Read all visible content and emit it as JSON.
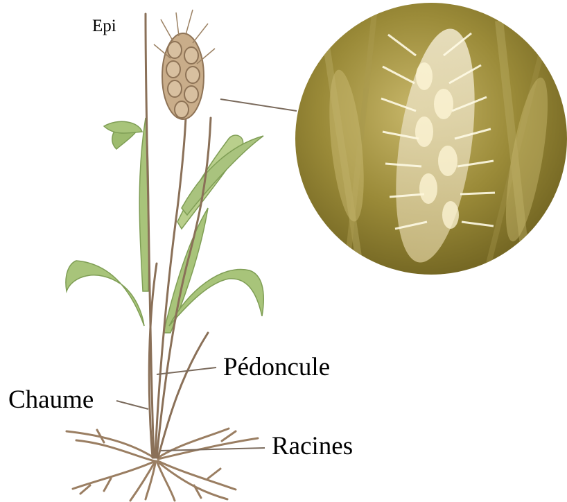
{
  "labels": {
    "epi": "Epi",
    "pedoncule": "Pédoncule",
    "chaume": "Chaume",
    "racines": "Racines"
  },
  "colors": {
    "stem": "#8a7058",
    "leaf": "#a8c47a",
    "leaf_dark": "#7f9e55",
    "spike": "#c9ad8a",
    "root": "#9a7e62",
    "circle_base": "#8a7a2a",
    "circle_light": "#e6dba8",
    "leader_line": "#7a6a5c"
  }
}
